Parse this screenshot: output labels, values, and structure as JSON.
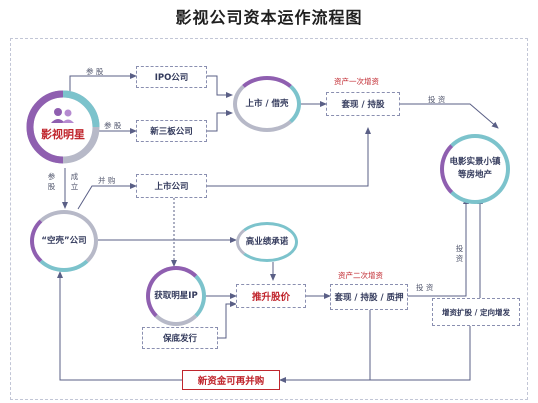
{
  "title": "影视公司资本运作流程图",
  "nodes": {
    "star": "影视明星",
    "ipo": "IPO公司",
    "neeq": "新三板公司",
    "listing": "上市 / 借壳",
    "cashout1": "套现 / 持股",
    "town": "电影实景小镇\n等房地产",
    "listed": "上市公司",
    "shell": "“空壳”公司",
    "promise": "高业绩承诺",
    "acquire": "获取明星IP",
    "boost": "推升股价",
    "cashout2": "套现 / 持股 / 质押",
    "guarantee": "保底发行",
    "expand": "增资扩股 / 定向增发",
    "newfund": "新资金可再并购"
  },
  "labels": {
    "share1": "参 股",
    "share2": "参 股",
    "invest1": "投 资",
    "invest2": "投 资",
    "invest3": "投 资",
    "merge": "并 购",
    "share_v": "参股",
    "found_v": "成立",
    "cashout_round1": "资产一次增资",
    "cashout_round2": "资产二次增资"
  },
  "colors": {
    "accent_red": "#c0262d",
    "line": "#5a5f86",
    "ring_purple": "#8f5fb0",
    "ring_teal": "#7cc3cc",
    "ring_gray": "#b7b9c8"
  }
}
